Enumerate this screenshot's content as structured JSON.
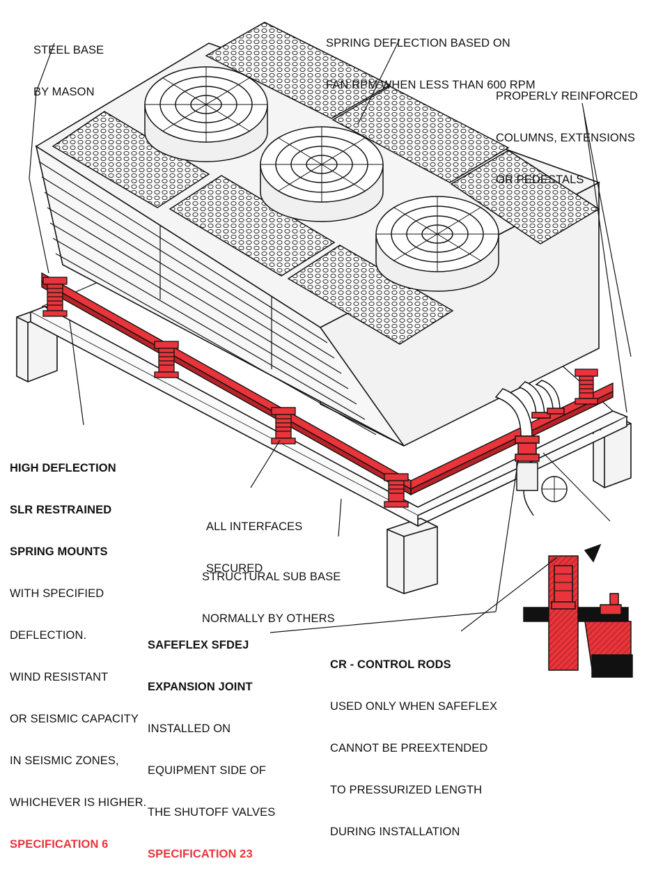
{
  "colors": {
    "accent": "#e8343a",
    "line": "#111111",
    "fill": "#f2f2f2",
    "panel": "#ffffff"
  },
  "labels": {
    "steel_base": [
      "STEEL BASE",
      "BY MASON"
    ],
    "spring_deflection": [
      "SPRING DEFLECTION BASED ON",
      "FAN RPM WHEN LESS THAN 600 RPM"
    ],
    "columns": [
      "PROPERLY REINFORCED",
      "COLUMNS, EXTENSIONS",
      "OR PEDESTALS"
    ],
    "spring_mounts": {
      "heading": [
        "HIGH DEFLECTION",
        "SLR RESTRAINED",
        "SPRING MOUNTS"
      ],
      "body": [
        "WITH SPECIFIED",
        "DEFLECTION.",
        "WIND RESISTANT",
        "OR SEISMIC CAPACITY",
        "IN SEISMIC ZONES,",
        "WHICHEVER IS HIGHER."
      ],
      "spec": "SPECIFICATION 6"
    },
    "interfaces": [
      "ALL INTERFACES",
      "SECURED"
    ],
    "sub_base": [
      "STRUCTURAL SUB BASE",
      "NORMALLY BY OTHERS"
    ],
    "expansion_joint": {
      "heading": [
        "SAFEFLEX SFDEJ",
        "EXPANSION JOINT"
      ],
      "body": [
        "INSTALLED ON",
        "EQUIPMENT SIDE OF",
        "THE SHUTOFF VALVES"
      ],
      "spec": "SPECIFICATION 23"
    },
    "control_rods": {
      "heading": "CR - CONTROL RODS",
      "body": [
        "USED ONLY WHEN SAFEFLEX",
        "CANNOT BE PREEXTENDED",
        "TO PRESSURIZED LENGTH",
        "DURING INSTALLATION"
      ]
    }
  }
}
